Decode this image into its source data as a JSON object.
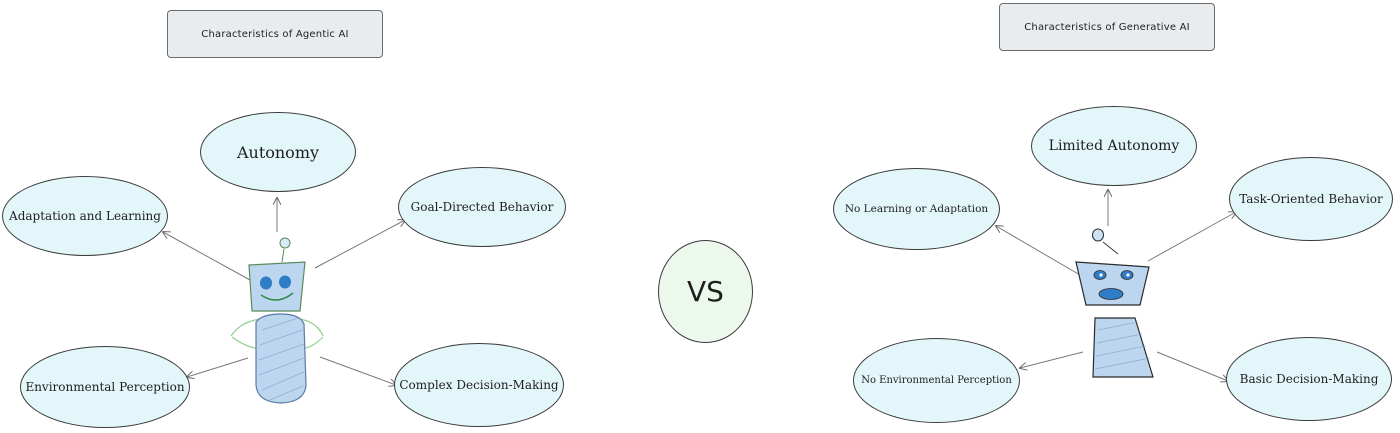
{
  "left": {
    "title": "Characteristics of Agentic AI",
    "nodes": {
      "autonomy": "Autonomy",
      "adaptation": "Adaptation and Learning",
      "goal": "Goal-Directed Behavior",
      "perception": "Environmental Perception",
      "decision": "Complex Decision-Making"
    }
  },
  "center": {
    "vs": "VS"
  },
  "right": {
    "title": "Characteristics of Generative AI",
    "nodes": {
      "autonomy": "Limited Autonomy",
      "adaptation": "No Learning or Adaptation",
      "task": "Task-Oriented Behavior",
      "perception": "No Environmental Perception",
      "decision": "Basic Decision-Making"
    }
  },
  "colors": {
    "node_fill": "#e3f7fa",
    "vs_fill": "#ecf8ec",
    "title_fill": "#e9ecef",
    "robot_fill": "#bcd6ef",
    "eye_fill": "#2f7dc6"
  },
  "icons": {
    "left_robot": "smiling-robot-icon",
    "right_robot": "sad-robot-icon"
  }
}
